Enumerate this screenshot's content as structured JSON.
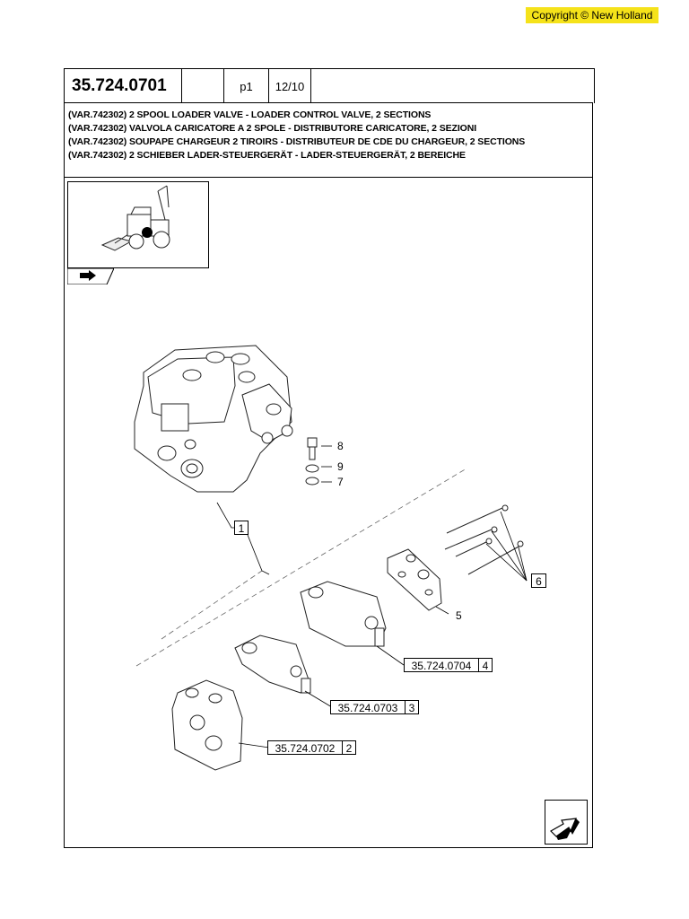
{
  "copyright": "Copyright © New Holland",
  "header": {
    "code": "35.724.0701",
    "page": "p1",
    "date": "12/10"
  },
  "description": [
    "(VAR.742302) 2 SPOOL LOADER VALVE - LOADER CONTROL VALVE, 2 SECTIONS",
    "(VAR.742302) VALVOLA CARICATORE A 2 SPOLE - DISTRIBUTORE CARICATORE, 2 SEZIONI",
    "(VAR.742302) SOUPAPE CHARGEUR 2 TIROIRS - DISTRIBUTEUR DE CDE DU CHARGEUR, 2 SECTIONS",
    "(VAR.742302) 2 SCHIEBER LADER-STEUERGERÄT - LADER-STEUERGERÄT, 2 BEREICHE"
  ],
  "callouts": {
    "c8": "8",
    "c9": "9",
    "c7": "7",
    "c1": "1",
    "c6": "6",
    "c5": "5",
    "ref4": "35.724.0704",
    "n4": "4",
    "ref3": "35.724.0703",
    "n3": "3",
    "ref2": "35.724.0702",
    "n2": "2"
  },
  "icons": {
    "thumbnail": "backhoe-loader-thumbnail",
    "tab": "arrow-tab-icon",
    "nav": "next-page-arrow-icon"
  }
}
